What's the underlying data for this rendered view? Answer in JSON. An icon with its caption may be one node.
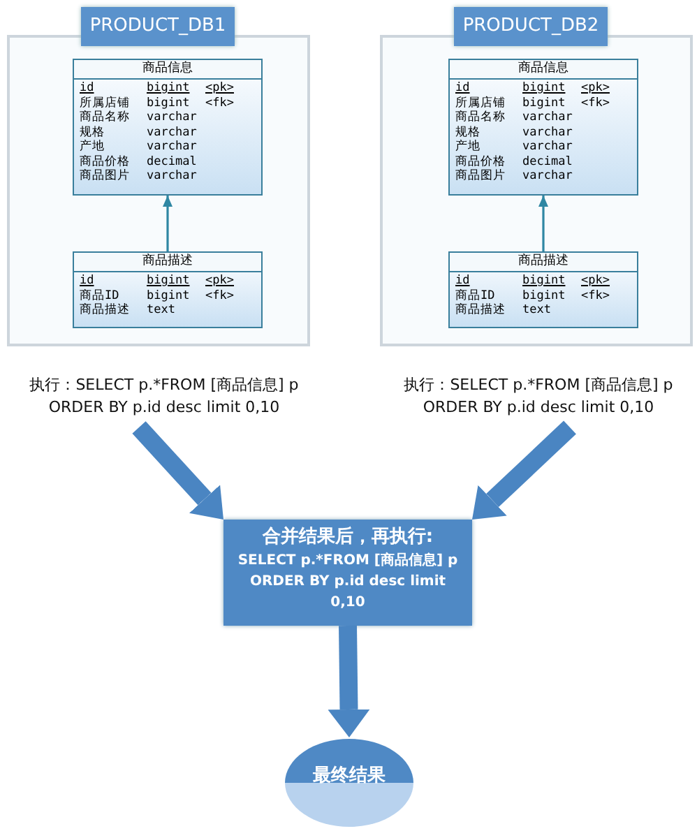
{
  "diagram": {
    "nodes": [
      {
        "text": [
          "PRODUCT_DB1"
        ]
      },
      {
        "text": [
          "商品信息",
          "id bigint <pk>",
          "所属店铺 bigint <fk>",
          "商品名称 varchar",
          "规格 varchar",
          "产地 varchar",
          "商品价格 decimal",
          "商品图片 varchar"
        ],
        "in": 0
      },
      {
        "text": [
          "商品描述",
          "id bigint <pk>",
          "商品ID bigint <fk>",
          "商品描述 text"
        ],
        "in": 0
      },
      {
        "text": [
          "PRODUCT_DB2"
        ]
      },
      {
        "text": [
          "商品信息",
          "id bigint <pk>",
          "所属店铺 bigint <fk>",
          "商品名称 varchar",
          "规格 varchar",
          "产地 varchar",
          "商品价格 decimal",
          "商品图片 varchar"
        ],
        "in": 3
      },
      {
        "text": [
          "商品描述",
          "id bigint <pk>",
          "商品ID bigint <fk>",
          "商品描述 text"
        ],
        "in": 3
      },
      {
        "text": [
          "执行：SELECT p.*FROM [商品信息] p ORDER BY p.id desc limit 0,10"
        ]
      },
      {
        "text": [
          "执行：SELECT p.*FROM [商品信息] p ORDER BY p.id desc limit 0,10"
        ]
      },
      {
        "text": [
          "合并结果后，再执行:",
          "SELECT p.*FROM [商品信息] p ORDER BY p.id desc limit 0,10"
        ]
      },
      {
        "text": [
          "最终结果"
        ]
      }
    ],
    "edges": [
      {
        "from": 2,
        "to": 1,
        "arrow": "to",
        "color": "#2f87a3"
      },
      {
        "from": 5,
        "to": 4,
        "arrow": "to",
        "color": "#2f87a3"
      },
      {
        "from": 6,
        "to": 8,
        "arrow": "to"
      },
      {
        "from": 7,
        "to": 8,
        "arrow": "to"
      },
      {
        "from": 8,
        "to": 9,
        "arrow": "to"
      }
    ]
  }
}
